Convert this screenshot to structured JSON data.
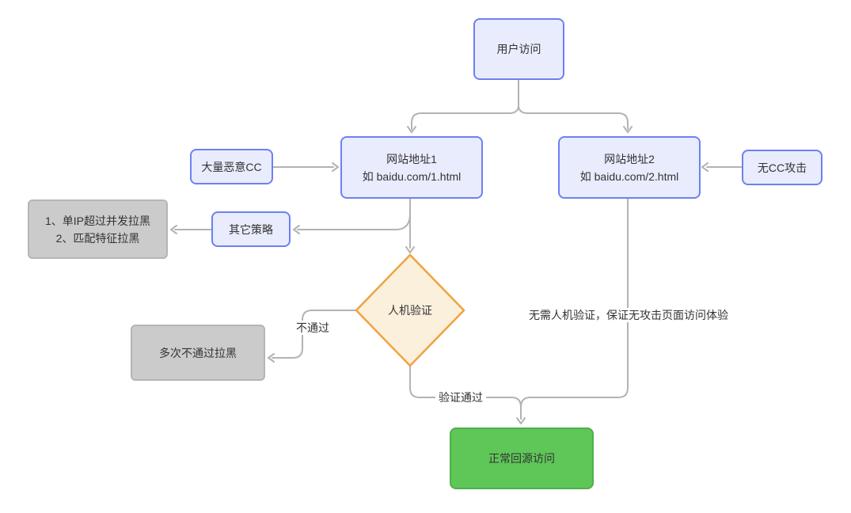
{
  "nodes": {
    "user_access": {
      "label": "用户访问"
    },
    "site1": {
      "line1": "网站地址1",
      "line2": "如 baidu.com/1.html"
    },
    "site2": {
      "line1": "网站地址2",
      "line2": "如 baidu.com/2.html"
    },
    "cc_attack": {
      "label": "大量恶意CC"
    },
    "no_cc": {
      "label": "无CC攻击"
    },
    "blacklist_rules": {
      "line1": "1、单IP超过并发拉黑",
      "line2": "2、匹配特征拉黑"
    },
    "other_policies": {
      "label": "其它策略"
    },
    "captcha": {
      "label": "人机验证"
    },
    "fail_blacklist": {
      "label": "多次不通过拉黑"
    },
    "origin_access": {
      "label": "正常回源访问"
    }
  },
  "edge_labels": {
    "fail": "不通过",
    "pass": "验证通过",
    "no_captcha_note": "无需人机验证，保证无攻击页面访问体验"
  },
  "colors": {
    "process_fill": "#e9ecfc",
    "process_border": "#6e80f2",
    "blacklist_fill": "#cbcbcb",
    "blacklist_border": "#b5b5b5",
    "decision_fill": "#faf0dc",
    "decision_border": "#f0a23e",
    "terminal_fill": "#5ec757",
    "terminal_border": "#4fb04a",
    "connector": "#b3b3b3",
    "text": "#333333"
  }
}
